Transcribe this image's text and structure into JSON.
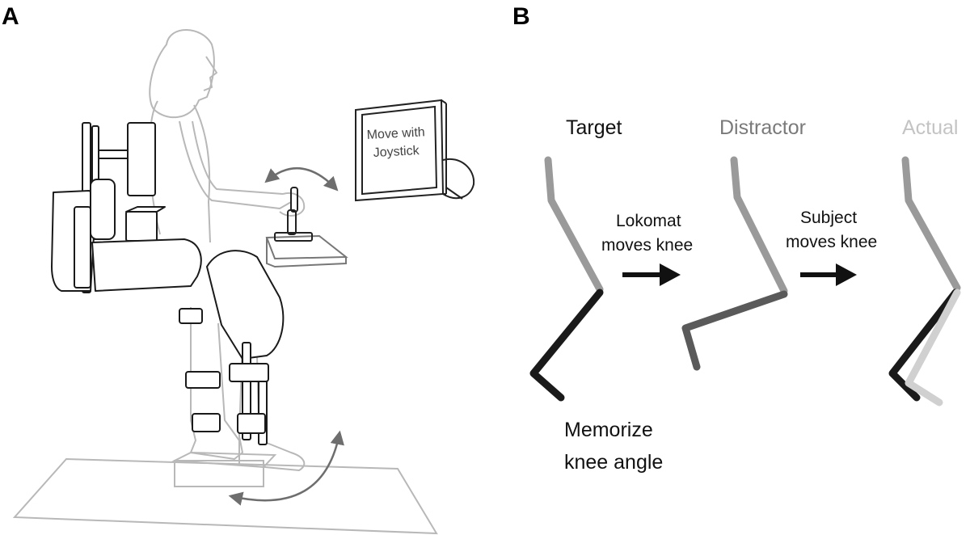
{
  "panels": {
    "a_letter": "A",
    "b_letter": "B"
  },
  "screen": {
    "line1": "Move with",
    "line2": "Joystick"
  },
  "stages": {
    "target": "Target",
    "distractor": "Distractor",
    "actual": "Actual"
  },
  "steps": {
    "lokomat_line1": "Lokomat",
    "lokomat_line2": "moves knee",
    "subject_line1": "Subject",
    "subject_line2": "moves knee"
  },
  "caption": {
    "line1": "Memorize",
    "line2": "knee angle"
  },
  "colors": {
    "target_label": "#111111",
    "distractor_label": "#7a7a7a",
    "actual_label": "#c4c4c4",
    "thigh": "#9a9a9a",
    "shank_target": "#1a1a1a",
    "shank_distractor": "#5a5a5a",
    "shank_actual": "#d0d0d0",
    "outline_gray": "#b8b8b8",
    "arrow_gray": "#6e6e6e"
  }
}
